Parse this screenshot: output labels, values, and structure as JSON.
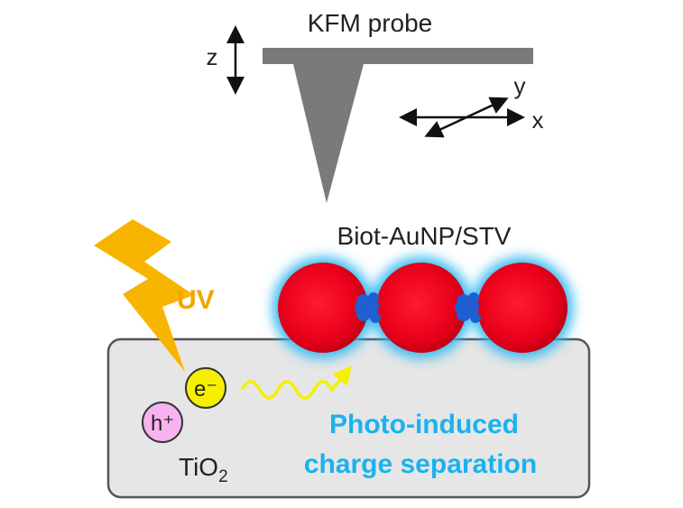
{
  "probe": {
    "label": "KFM probe"
  },
  "axes": {
    "z": "z",
    "x": "x",
    "y": "y"
  },
  "nanoparticles": {
    "label": "Biot-AuNP/STV",
    "count": 3
  },
  "light": {
    "label": "UV"
  },
  "carriers": {
    "electron": "e⁻",
    "hole": "h⁺"
  },
  "substrate": {
    "label_main": "TiO",
    "label_sub": "2"
  },
  "process": {
    "line1": "Photo-induced",
    "line2": "charge separation"
  },
  "colors": {
    "probe": "#7a7a7a",
    "substrate_fill": "#e6e6e6",
    "substrate_stroke": "#555555",
    "nanoparticle": "#e8001a",
    "glow": "#33b8f0",
    "streptavidin": "#1f5fd0",
    "uv_bolt": "#f7b500",
    "uv_text": "#f0a500",
    "electron": "#f6f000",
    "hole": "#f6b3ef",
    "wavy_arrow": "#f3f000",
    "process_text": "#1ab2ee"
  }
}
